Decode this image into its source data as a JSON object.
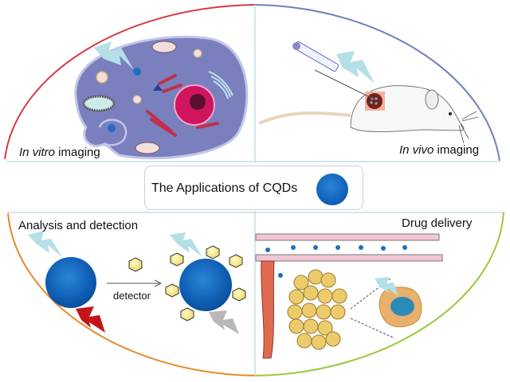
{
  "title": "The Applications of CQDs",
  "quadrants": [
    {
      "id": "in-vitro",
      "label_italic": "In vitro",
      "label_rest": " imaging",
      "arc_color": "#d8394a"
    },
    {
      "id": "in-vivo",
      "label_italic": "In vivo",
      "label_rest": " imaging",
      "arc_color": "#6f7fbd"
    },
    {
      "id": "analysis",
      "label": "Analysis and detection",
      "arc_color": "#e8892a"
    },
    {
      "id": "drug",
      "label": "Drug delivery",
      "arc_color": "#9cc73a"
    }
  ],
  "analysis": {
    "arrow_label": "detector"
  },
  "colors": {
    "divider": "#bfe0e4",
    "cqd_blue": "#1166c4",
    "light_bolt": "#b4dfe6",
    "red_bolt": "#c4141a",
    "gray_bolt": "#b8b8b8",
    "hexagon": "#f3e98a"
  }
}
